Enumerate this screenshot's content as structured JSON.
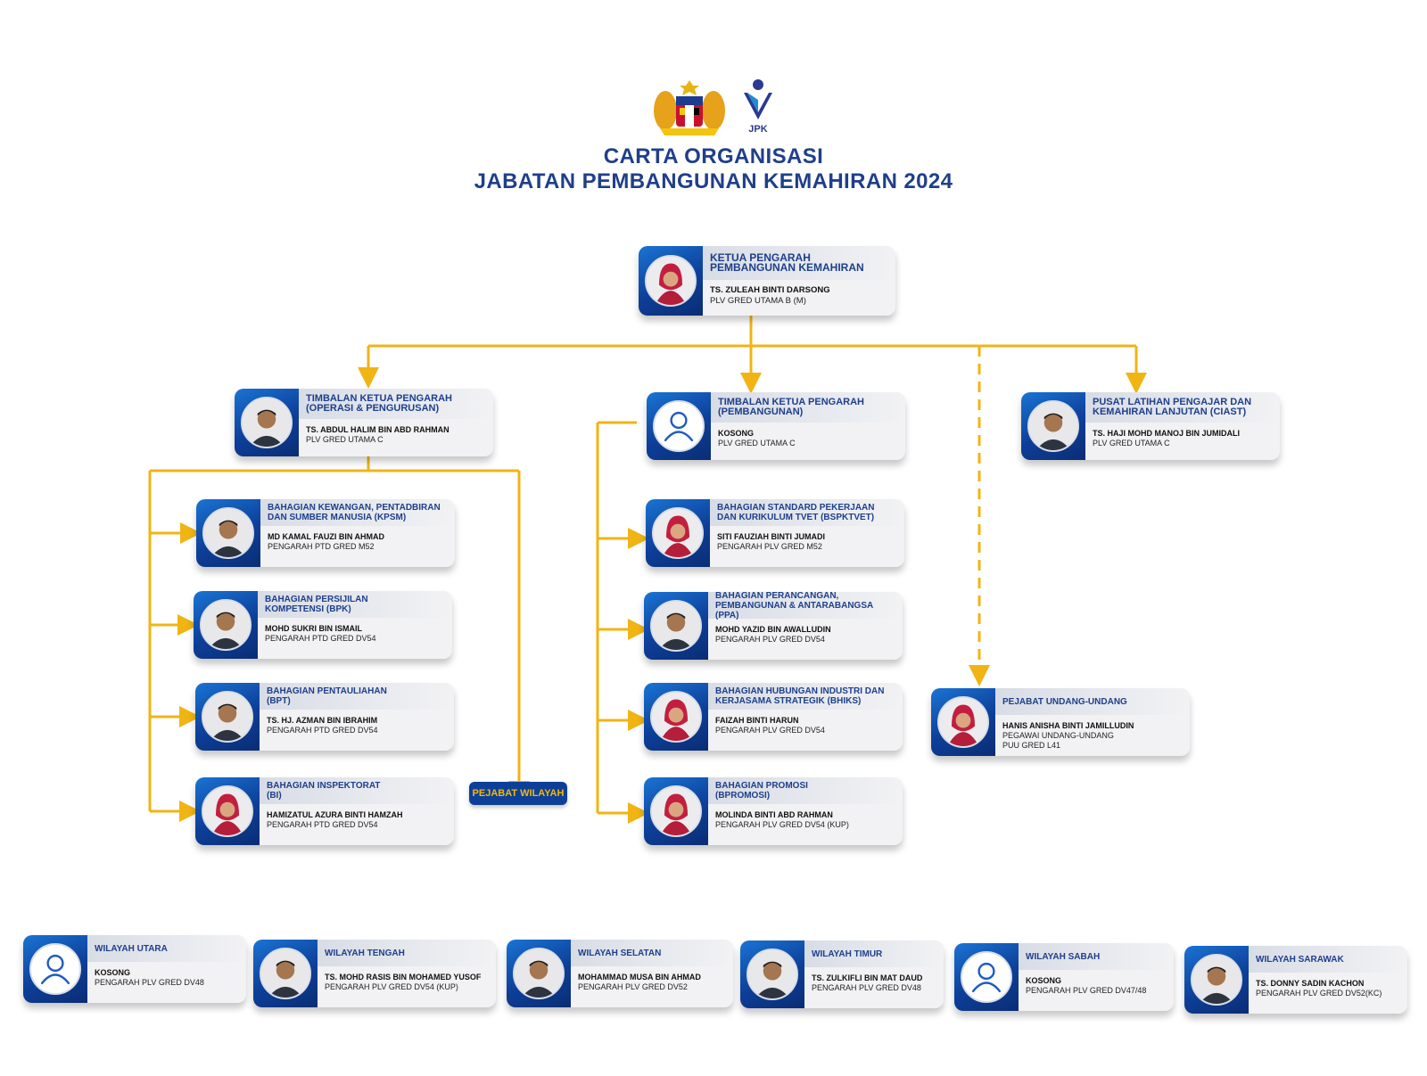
{
  "header": {
    "title_line1": "CARTA ORGANISASI",
    "title_line2": "JABATAN PEMBANGUNAN KEMAHIRAN 2024",
    "jpk_logo_text": "JPK"
  },
  "colors": {
    "navy": "#0d3f99",
    "connector": "#f0b414",
    "title": "#1f3f8a"
  },
  "nodes": {
    "kp": {
      "head": "KETUA PENGARAH\nPEMBANGUNAN KEMAHIRAN",
      "name": "TS. ZULEAH BINTI DARSONG",
      "pos": "PLV GRED UTAMA B (M)"
    },
    "tkp1": {
      "head": "TIMBALAN KETUA PENGARAH\n(OPERASI & PENGURUSAN)",
      "name": "TS. ABDUL HALIM BIN ABD RAHMAN",
      "pos": "PLV GRED UTAMA C"
    },
    "tkp2": {
      "head": "TIMBALAN KETUA PENGARAH\n(PEMBANGUNAN)",
      "name": "KOSONG",
      "pos": "PLV GRED UTAMA C"
    },
    "ciast": {
      "head": "PUSAT LATIHAN PENGAJAR DAN\nKEMAHIRAN LANJUTAN (CIAST)",
      "name": "TS. HAJI MOHD MANOJ BIN JUMIDALI",
      "pos": "PLV GRED UTAMA C"
    },
    "kpsm": {
      "head": "BAHAGIAN KEWANGAN, PENTADBIRAN\nDAN SUMBER MANUSIA (KPSM)",
      "name": "MD KAMAL FAUZI BIN AHMAD",
      "pos": "PENGARAH PTD GRED M52"
    },
    "bpk": {
      "head": "BAHAGIAN PERSIJILAN\nKOMPETENSI (BPK)",
      "name": "MOHD SUKRI BIN ISMAIL",
      "pos": "PENGARAH PTD GRED DV54"
    },
    "bpt": {
      "head": "BAHAGIAN PENTAULIAHAN\n(BPT)",
      "name": "TS. HJ. AZMAN BIN IBRAHIM",
      "pos": "PENGARAH PTD GRED DV54"
    },
    "bi": {
      "head": "BAHAGIAN INSPEKTORAT\n(BI)",
      "name": "HAMIZATUL AZURA BINTI HAMZAH",
      "pos": "PENGARAH PTD GRED DV54"
    },
    "bsp": {
      "head": "BAHAGIAN STANDARD PEKERJAAN\nDAN KURIKULUM TVET (BSPKTVET)",
      "name": "SITI FAUZIAH BINTI JUMADI",
      "pos": "PENGARAH PLV GRED M52"
    },
    "ppa": {
      "head": "BAHAGIAN PERANCANGAN,\nPEMBANGUNAN & ANTARABANGSA (PPA)",
      "name": "MOHD YAZID BIN AWALLUDIN",
      "pos": "PENGARAH PLV GRED DV54"
    },
    "bhiks": {
      "head": "BAHAGIAN HUBUNGAN INDUSTRI DAN\nKERJASAMA STRATEGIK (BHIKS)",
      "name": "FAIZAH BINTI HARUN",
      "pos": "PENGARAH PLV GRED DV54"
    },
    "bpro": {
      "head": "BAHAGIAN PROMOSI\n(BPROMOSI)",
      "name": "MOLINDA BINTI ABD RAHMAN",
      "pos": "PENGARAH PLV GRED DV54 (KUP)"
    },
    "puu": {
      "head": "PEJABAT UNDANG-UNDANG",
      "name": "HANIS ANISHA BINTI JAMILLUDIN",
      "pos": "PEGAWAI UNDANG-UNDANG\nPUU GRED L41"
    },
    "wu": {
      "head": "WILAYAH UTARA",
      "name": "KOSONG",
      "pos": "PENGARAH PLV GRED DV48"
    },
    "wt": {
      "head": "WILAYAH TENGAH",
      "name": "TS. MOHD RASIS BIN MOHAMED YUSOF",
      "pos": "PENGARAH PLV GRED DV54 (KUP)"
    },
    "ws": {
      "head": "WILAYAH SELATAN",
      "name": "MOHAMMAD MUSA BIN AHMAD",
      "pos": "PENGARAH PLV GRED DV52"
    },
    "wti": {
      "head": "WILAYAH TIMUR",
      "name": "Ts. ZULKIFLI BIN MAT DAUD",
      "pos": "PENGARAH PLV GRED DV48"
    },
    "wsb": {
      "head": "WILAYAH SABAH",
      "name": "KOSONG",
      "pos": "PENGARAH PLV GRED DV47/48"
    },
    "wsw": {
      "head": "WILAYAH SARAWAK",
      "name": "TS. DONNY SADIN KACHON",
      "pos": "PENGARAH PLV GRED DV52(KC)"
    }
  },
  "pejabat_wilayah": "PEJABAT WILAYAH"
}
